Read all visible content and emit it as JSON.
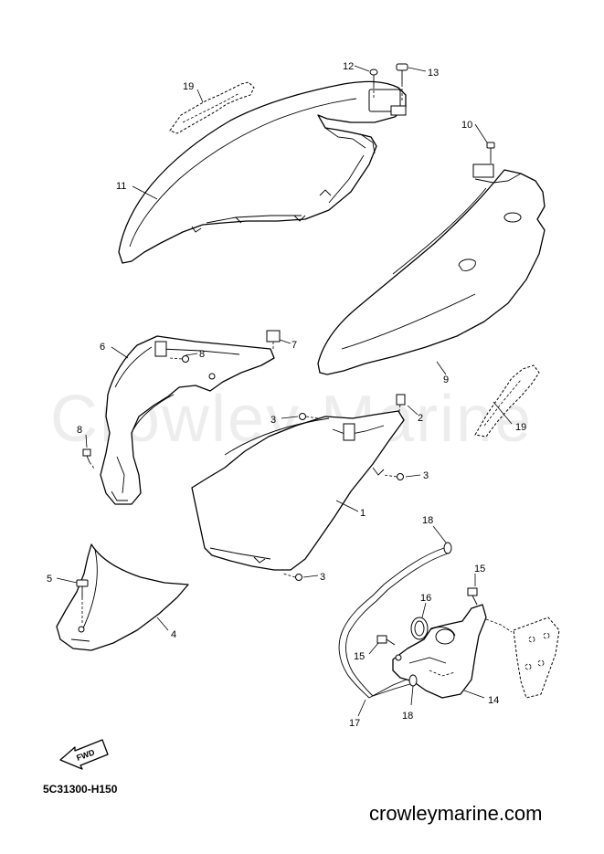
{
  "watermark": "Crowley Marine",
  "drawing_code": "5C31300-H150",
  "site_url": "crowleymarine.com",
  "fwd_label": "FWD",
  "callouts": [
    "1",
    "2",
    "3",
    "3",
    "3",
    "4",
    "5",
    "6",
    "7",
    "8",
    "8",
    "9",
    "10",
    "11",
    "12",
    "13",
    "14",
    "15",
    "15",
    "16",
    "17",
    "18",
    "18",
    "19",
    "19"
  ]
}
